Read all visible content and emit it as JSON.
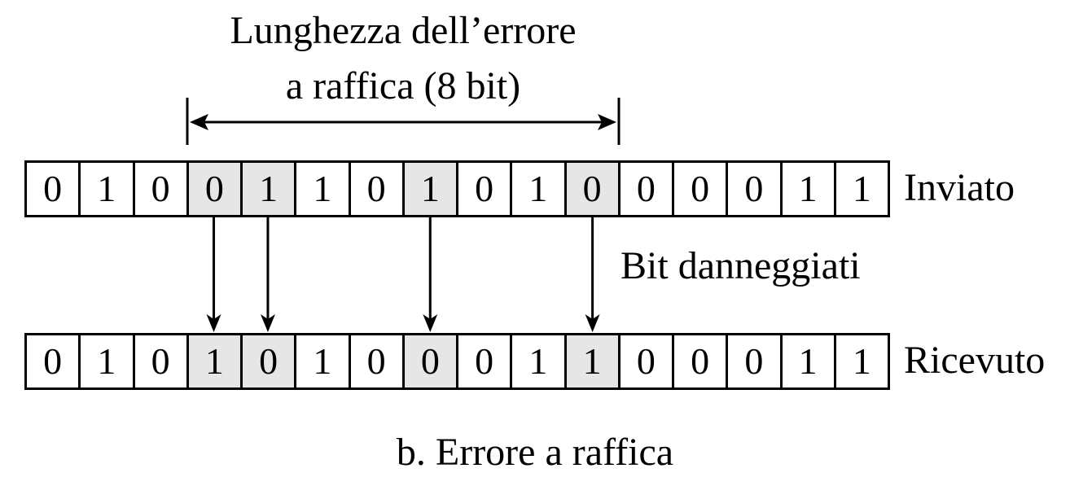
{
  "burst_label": {
    "line1": "Lunghezza dell’errore",
    "line2": "a raffica (8 bit)"
  },
  "rows": [
    {
      "label": "Inviato",
      "bits": [
        "0",
        "1",
        "0",
        "0",
        "1",
        "1",
        "0",
        "1",
        "0",
        "1",
        "0",
        "0",
        "0",
        "0",
        "1",
        "1"
      ]
    },
    {
      "label": "Ricevuto",
      "bits": [
        "0",
        "1",
        "0",
        "1",
        "0",
        "1",
        "0",
        "0",
        "0",
        "1",
        "1",
        "0",
        "0",
        "0",
        "1",
        "1"
      ]
    }
  ],
  "damaged_positions": [
    3,
    4,
    7,
    10
  ],
  "burst_range": {
    "start": 3,
    "end": 10
  },
  "damaged_label": "Bit danneggiati",
  "caption": "b. Errore a raffica",
  "colors": {
    "shade": "#e6e6e6",
    "line": "#000000"
  }
}
